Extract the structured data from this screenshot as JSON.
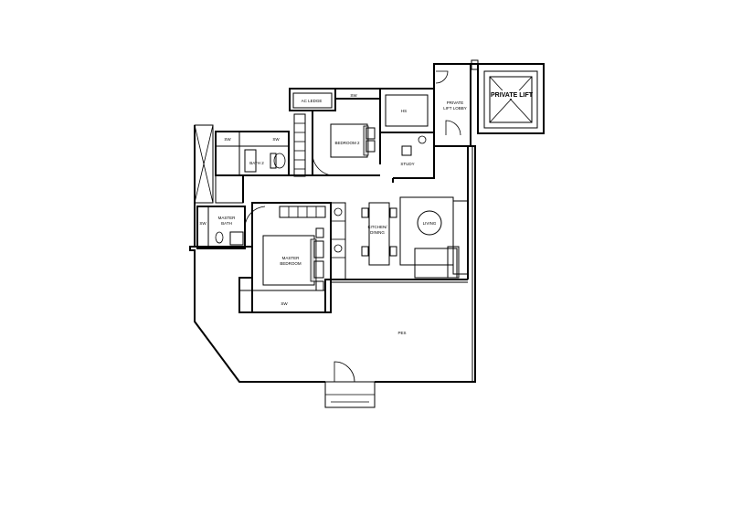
{
  "rooms": {
    "private_lift": "PRIVATE LIFT",
    "private_lift_lobby_line1": "PRIVATE",
    "private_lift_lobby_line2": "LIFT LOBBY",
    "hs": "HS",
    "ac_ledge": "AC LEDGE",
    "bedroom2": "BEDROOM 2",
    "bedroom2_wardrobe": "SW",
    "study": "STUDY",
    "bath2": "BATH 2",
    "bath2_top_left": "SW",
    "bath2_top_right": "SW",
    "master_bath_line1": "MASTER",
    "master_bath_line2": "BATH",
    "master_bath_sw": "SW",
    "master_bedroom_line1": "MASTER",
    "master_bedroom_line2": "BEDROOM",
    "master_wardrobe": "SW",
    "kitchen_dining_line1": "KITCHEN/",
    "kitchen_dining_line2": "DINING",
    "living": "LIVING",
    "pes": "PES"
  }
}
